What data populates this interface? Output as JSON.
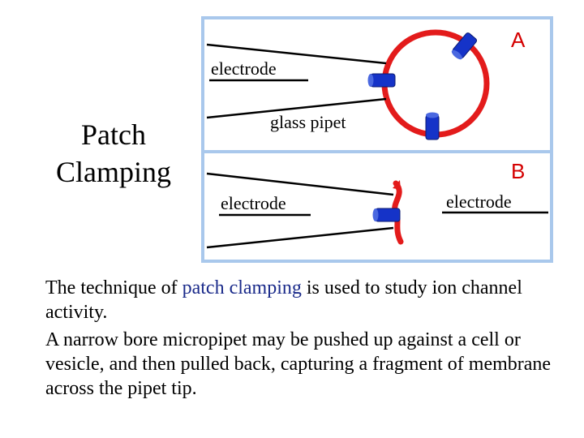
{
  "title": {
    "line1": "Patch",
    "line2": "Clamping"
  },
  "diagram": {
    "panel_a": {
      "letter": "A",
      "electrode_label": "electrode",
      "pipet_label": "glass pipet"
    },
    "panel_b": {
      "letter": "B",
      "left_electrode_label": "electrode",
      "right_electrode_label": "electrode"
    },
    "colors": {
      "frame": "#a9c8ec",
      "membrane": "#e31b1b",
      "channel": "#1533c8",
      "letter": "#d40000"
    }
  },
  "body": {
    "p1_before": "The technique of ",
    "p1_highlight": "patch clamping",
    "p1_after": " is used to study ion channel activity.",
    "p2": "A narrow bore micropipet may be pushed up against a cell or vesicle, and then pulled back, capturing a fragment of membrane across the pipet tip."
  }
}
